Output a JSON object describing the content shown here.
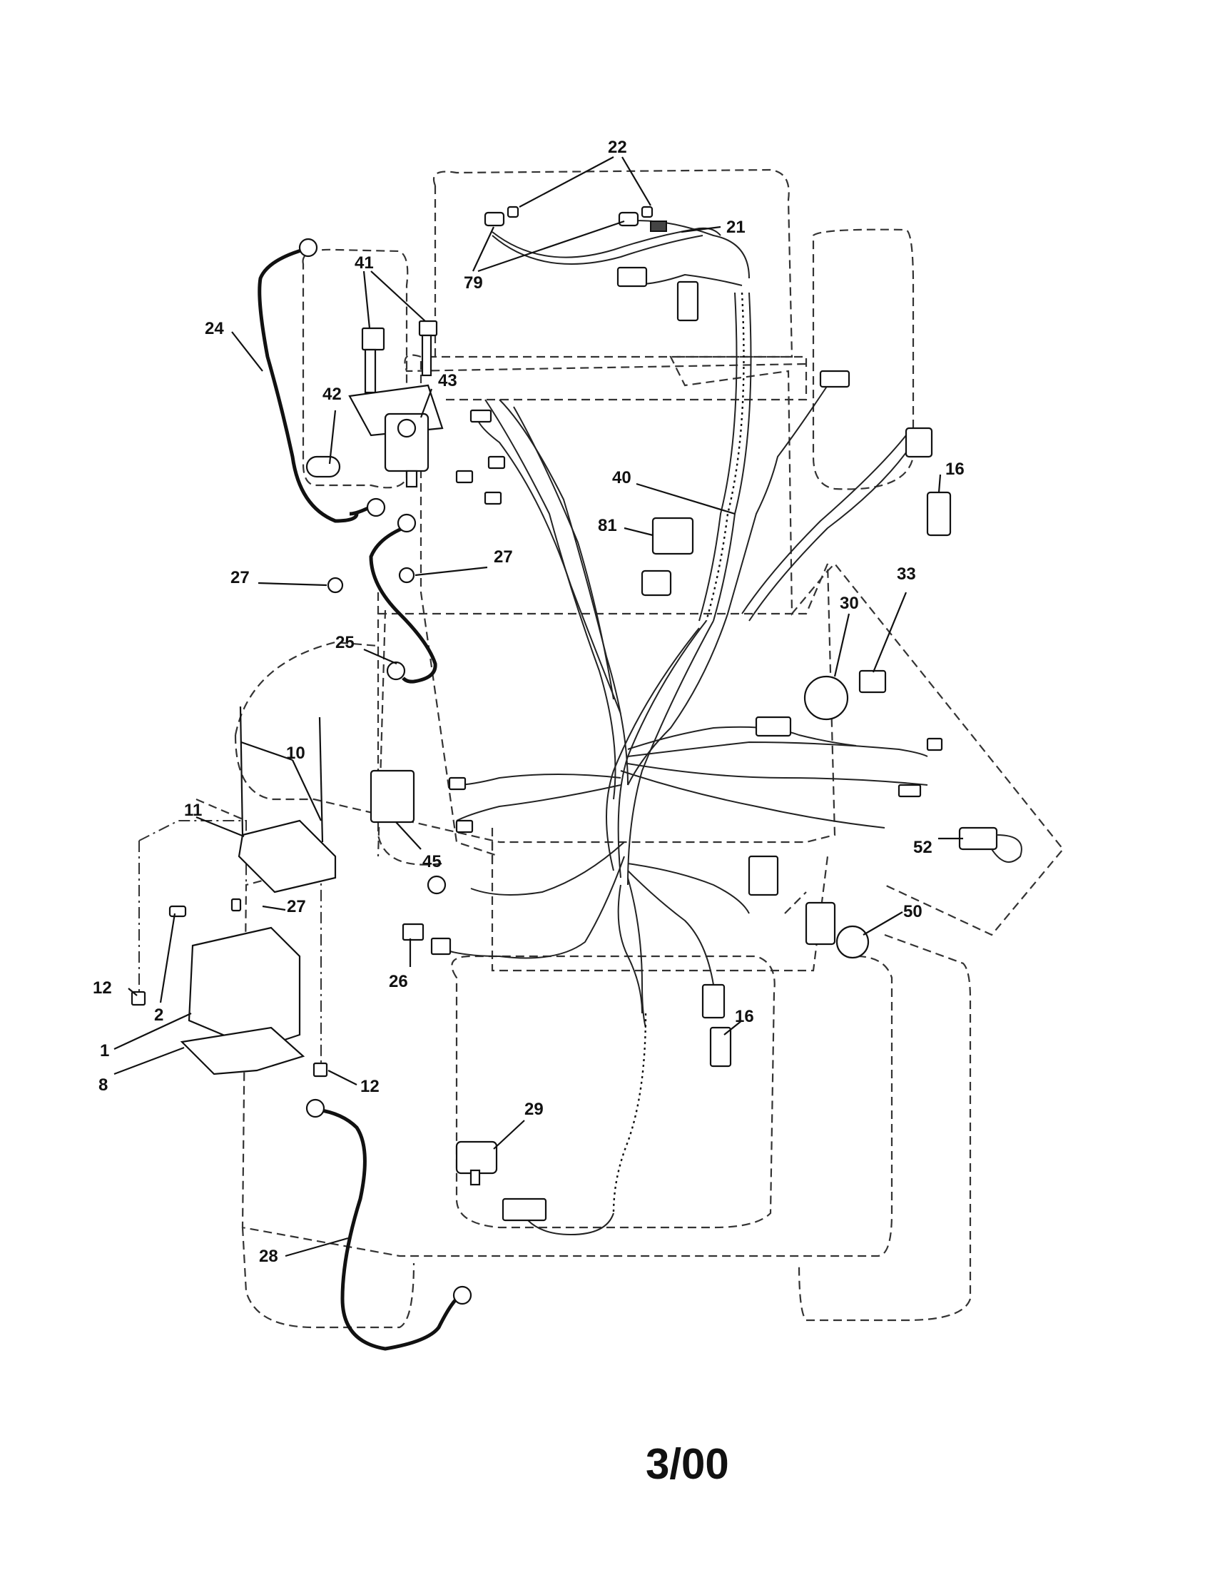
{
  "callouts": {
    "c22": "22",
    "c21": "21",
    "c79": "79",
    "c41": "41",
    "c24": "24",
    "c42": "42",
    "c43": "43",
    "c16a": "16",
    "c40": "40",
    "c81": "81",
    "c27a": "27",
    "c27b": "27",
    "c33": "33",
    "c30": "30",
    "c25": "25",
    "c10": "10",
    "c11": "11",
    "c45": "45",
    "c52": "52",
    "c27c": "27",
    "c50": "50",
    "c26": "26",
    "c12a": "12",
    "c2": "2",
    "c1": "1",
    "c16b": "16",
    "c8": "8",
    "c12b": "12",
    "c29": "29",
    "c28": "28"
  },
  "date_stamp": "3/00"
}
